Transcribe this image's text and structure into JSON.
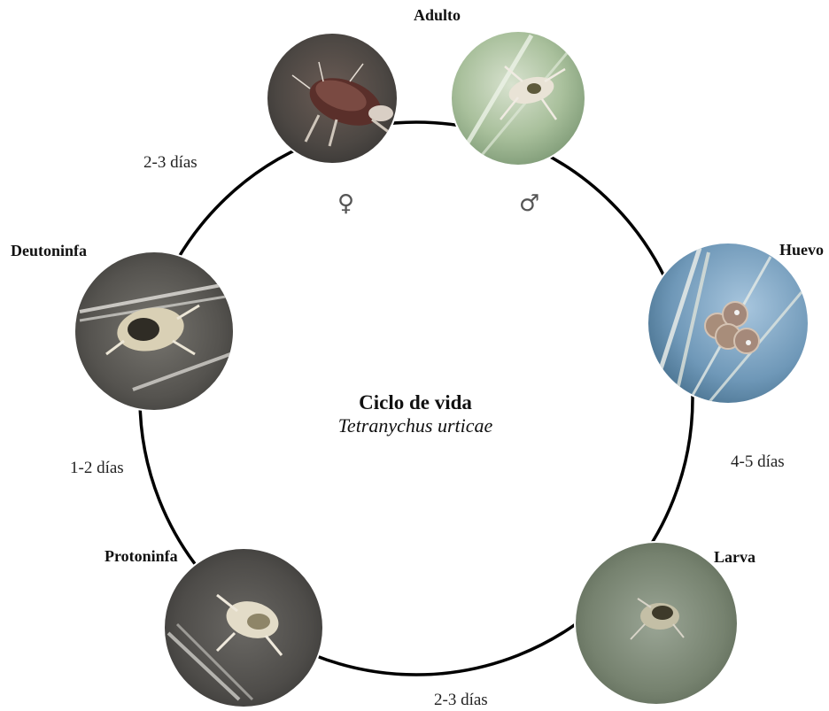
{
  "title": "Ciclo de vida",
  "species": "Tetranychus urticae",
  "stages": {
    "adulto": "Adulto",
    "huevo": "Huevo",
    "larva": "Larva",
    "protoninfa": "Protoninfa",
    "deutoninfa": "Deutoninfa"
  },
  "sex_symbols": {
    "female": "♀",
    "male": "♂"
  },
  "durations": {
    "huevo_larva": "4-5 días",
    "larva_protoninfa": "2-3 días",
    "protoninfa_deutoninfa": "1-2 días",
    "deutoninfa_adulto": "2-3 días"
  },
  "colors": {
    "cycle_line": "#000000",
    "female_photo": "#5a4a44",
    "male_photo": "#9fb596",
    "egg_photo": "#7fa6c4",
    "larva_photo": "#7d8a78",
    "protonymph_photo": "#5c5a56",
    "deutonymph_photo": "#5f5d58"
  }
}
